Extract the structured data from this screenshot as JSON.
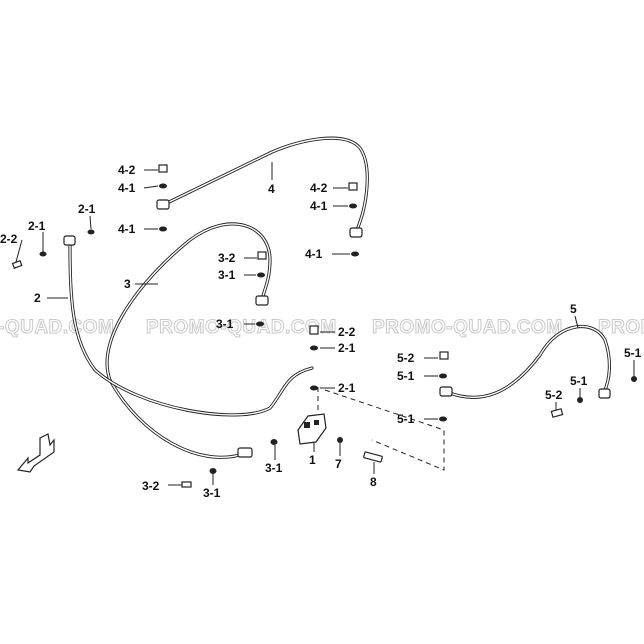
{
  "watermark": {
    "w1": "-QUAD.COM",
    "w2": "PROMO-QUAD.COM",
    "w3": "PROMO-QUAD.COM",
    "w4": "PROMO"
  },
  "callouts": {
    "hose_2": "2",
    "hose_3": "3",
    "hose_4": "4",
    "hose_5": "5",
    "part_1": "1",
    "part_7": "7",
    "part_8": "8",
    "bolt_2_2": "2-2",
    "washer_2_1": "2-1",
    "washer_2_1_b": "2-1",
    "bolt_2_2_center": "2-2",
    "washer_2_1_center_a": "2-1",
    "washer_2_1_center_b": "2-1",
    "bolt_3_2": "3-2",
    "washer_3_1_a": "3-1",
    "washer_3_1_b": "3-1",
    "washer_3_1_c": "3-1",
    "washer_3_1_d": "3-1",
    "bolt_3_2_b": "3-2",
    "bolt_4_2_left": "4-2",
    "washer_4_1_left_a": "4-1",
    "washer_4_1_left_b": "4-1",
    "bolt_4_2_right": "4-2",
    "washer_4_1_right_a": "4-1",
    "washer_4_1_right_b": "4-1",
    "bolt_5_2_a": "5-2",
    "washer_5_1_a": "5-1",
    "washer_5_1_b": "5-1",
    "washer_5_1_c": "5-1",
    "bolt_5_2_b": "5-2",
    "washer_5_1_d": "5-1"
  }
}
